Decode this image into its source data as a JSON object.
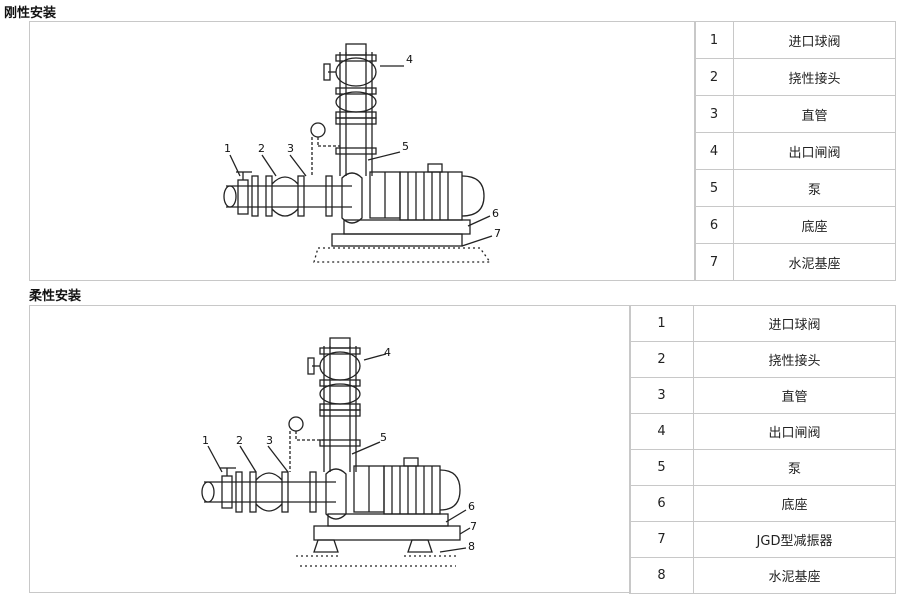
{
  "sections": [
    {
      "title": "刚性安装",
      "parts": [
        {
          "num": "1",
          "name": "进口球阀"
        },
        {
          "num": "2",
          "name": "挠性接头"
        },
        {
          "num": "3",
          "name": "直管"
        },
        {
          "num": "4",
          "name": "出口闸阀"
        },
        {
          "num": "5",
          "name": "泵"
        },
        {
          "num": "6",
          "name": "底座"
        },
        {
          "num": "7",
          "name": "水泥基座"
        }
      ],
      "callouts": [
        "1",
        "2",
        "3",
        "4",
        "5",
        "6",
        "7"
      ]
    },
    {
      "title": "柔性安装",
      "parts": [
        {
          "num": "1",
          "name": "进口球阀"
        },
        {
          "num": "2",
          "name": "挠性接头"
        },
        {
          "num": "3",
          "name": "直管"
        },
        {
          "num": "4",
          "name": "出口闸阀"
        },
        {
          "num": "5",
          "name": "泵"
        },
        {
          "num": "6",
          "name": "底座"
        },
        {
          "num": "7",
          "name": "JGD型减振器"
        },
        {
          "num": "8",
          "name": "水泥基座"
        }
      ],
      "callouts": [
        "1",
        "2",
        "3",
        "4",
        "5",
        "6",
        "7",
        "8"
      ]
    }
  ]
}
